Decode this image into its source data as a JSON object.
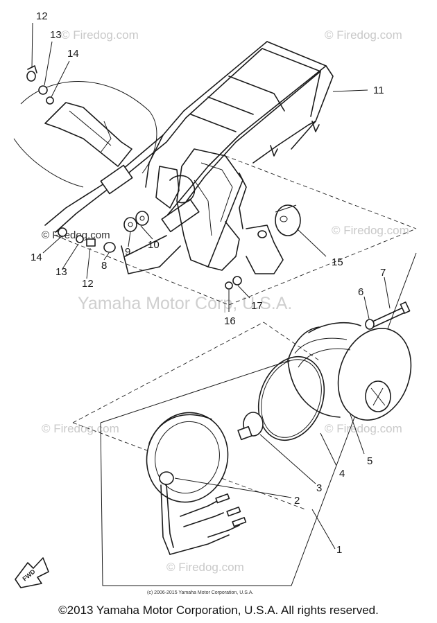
{
  "watermarks": {
    "firedog_1": "© Firedog.com",
    "firedog_2": "© Firedog.com",
    "firedog_3": "© Firedog.com",
    "firedog_4": "© Firedog.com",
    "firedog_5": "© Firedog.com",
    "firedog_6": "© Firedog.com",
    "firedog_7": "© Firedog.com",
    "center": "Yamaha Motor Corp, U.S.A."
  },
  "callouts": {
    "c12_top": "12",
    "c13_top": "13",
    "c14_top": "14",
    "c11": "11",
    "c14_left": "14",
    "c13_left": "13",
    "c12_left": "12",
    "c8": "8",
    "c9": "9",
    "c10": "10",
    "c15": "15",
    "c16": "16",
    "c17": "17",
    "c7": "7",
    "c6": "6",
    "c5": "5",
    "c4": "4",
    "c3": "3",
    "c2": "2",
    "c1": "1"
  },
  "fwd_label": "FWD",
  "small_copyright": "(c) 2006-2015 Yamaha Motor Corporation, U.S.A.",
  "footer_copyright": "©2013 Yamaha Motor Corporation, U.S.A. All rights reserved."
}
